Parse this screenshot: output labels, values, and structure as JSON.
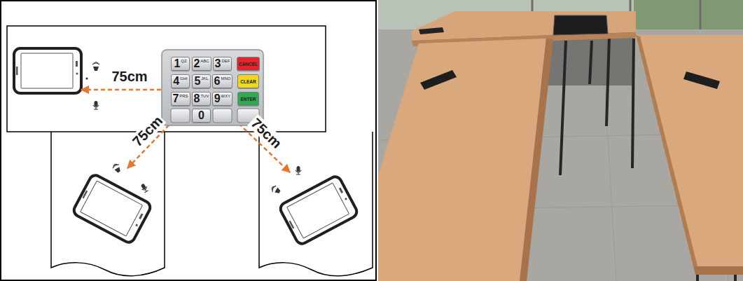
{
  "diagram": {
    "nodes": [
      {
        "text": [
          "1",
          "QZ"
        ]
      },
      {
        "text": [
          "2",
          "ABC"
        ]
      },
      {
        "text": [
          "3",
          "DEF"
        ]
      },
      {
        "text": [
          "CANCEL"
        ]
      },
      {
        "text": [
          "4",
          "GHI"
        ]
      },
      {
        "text": [
          "5",
          "JKL"
        ]
      },
      {
        "text": [
          "6",
          "MNO"
        ]
      },
      {
        "text": [
          "CLEAR"
        ]
      },
      {
        "text": [
          "7",
          "PRS"
        ]
      },
      {
        "text": [
          "8",
          "TUV"
        ]
      },
      {
        "text": [
          "9",
          "WXY"
        ]
      },
      {
        "text": [
          "ENTER"
        ]
      },
      {
        "text": [
          "0"
        ]
      }
    ],
    "labels": [
      "75cm",
      "75cm",
      "75cm"
    ]
  }
}
